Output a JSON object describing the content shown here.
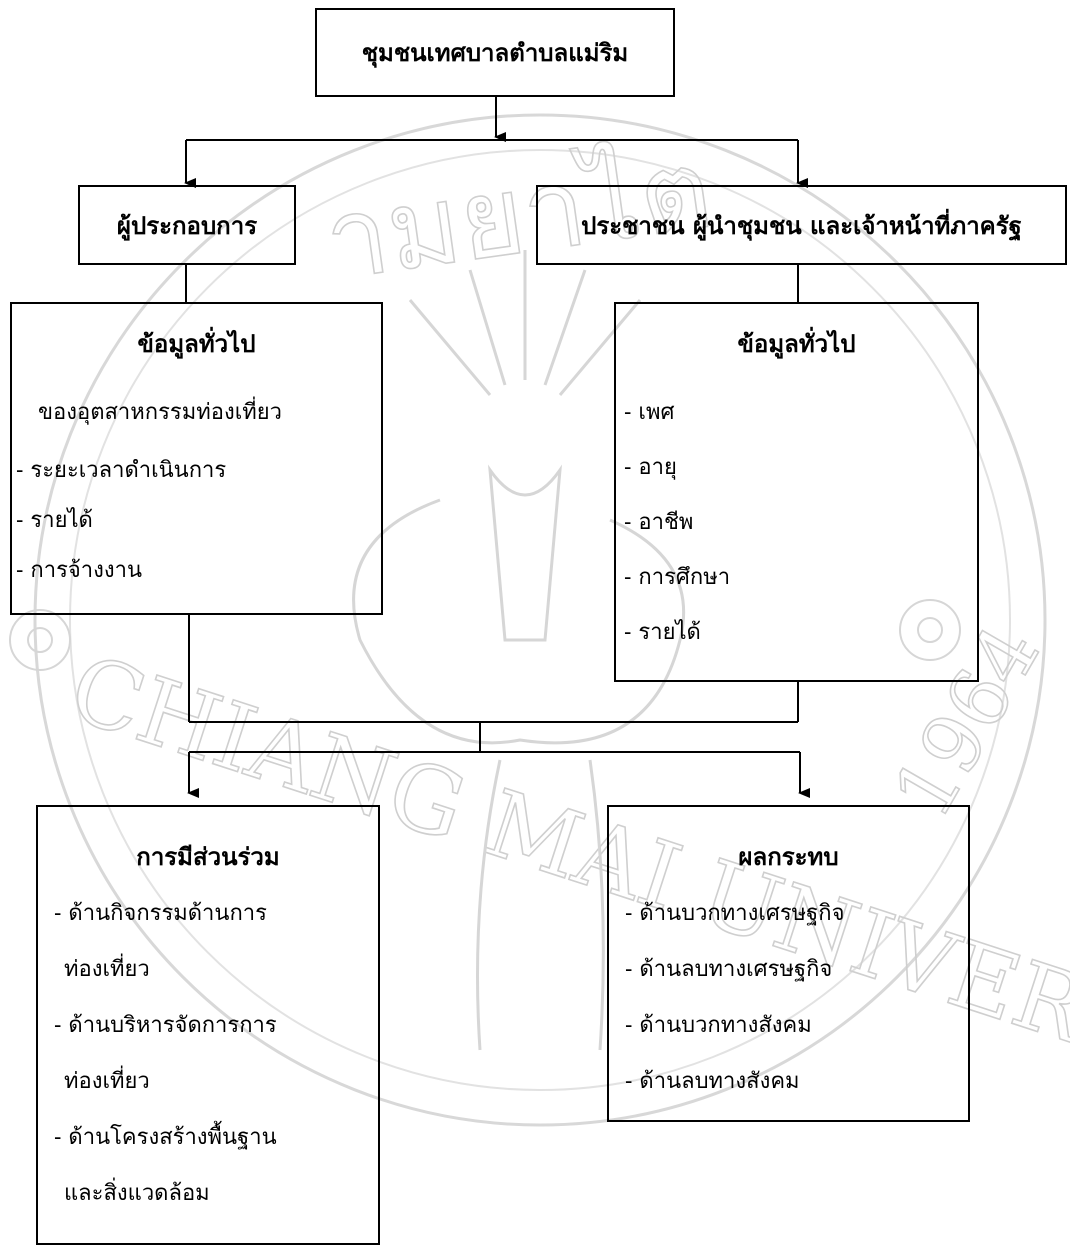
{
  "root": {
    "title": "ชุมชนเทศบาลตำบลแม่ริม"
  },
  "left_branch": {
    "title": "ผู้ประกอบการ"
  },
  "right_branch": {
    "title": "ประชาชน ผู้นำชุมชน และเจ้าหน้าที่ภาครัฐ"
  },
  "left_info": {
    "heading": "ข้อมูลทั่วไป",
    "subheading": "ของอุตสาหกรรมท่องเที่ยว",
    "items": [
      "- ระยะเวลาดำเนินการ",
      "- รายได้",
      "- การจ้างงาน"
    ]
  },
  "right_info": {
    "heading": "ข้อมูลทั่วไป",
    "items": [
      "- เพศ",
      "- อายุ",
      "- อาชีพ",
      "- การศึกษา",
      "- รายได้"
    ]
  },
  "participation": {
    "heading": "การมีส่วนร่วม",
    "lines": [
      "- ด้านกิจกรรมด้านการ",
      "ท่องเที่ยว",
      "- ด้านบริหารจัดการการ",
      "ท่องเที่ยว",
      "- ด้านโครงสร้างพื้นฐาน",
      "และสิ่งแวดล้อม"
    ]
  },
  "impact": {
    "heading": "ผลกระทบ",
    "items": [
      "- ด้านบวกทางเศรษฐกิจ",
      "- ด้านลบทางเศรษฐกิจ",
      "- ด้านบวกทางสังคม",
      "- ด้านลบทางสังคม"
    ]
  },
  "watermark": {
    "top_text": "ามยาไต",
    "university": "CHIANG MAI UNIVERSITY",
    "year": "1964"
  }
}
